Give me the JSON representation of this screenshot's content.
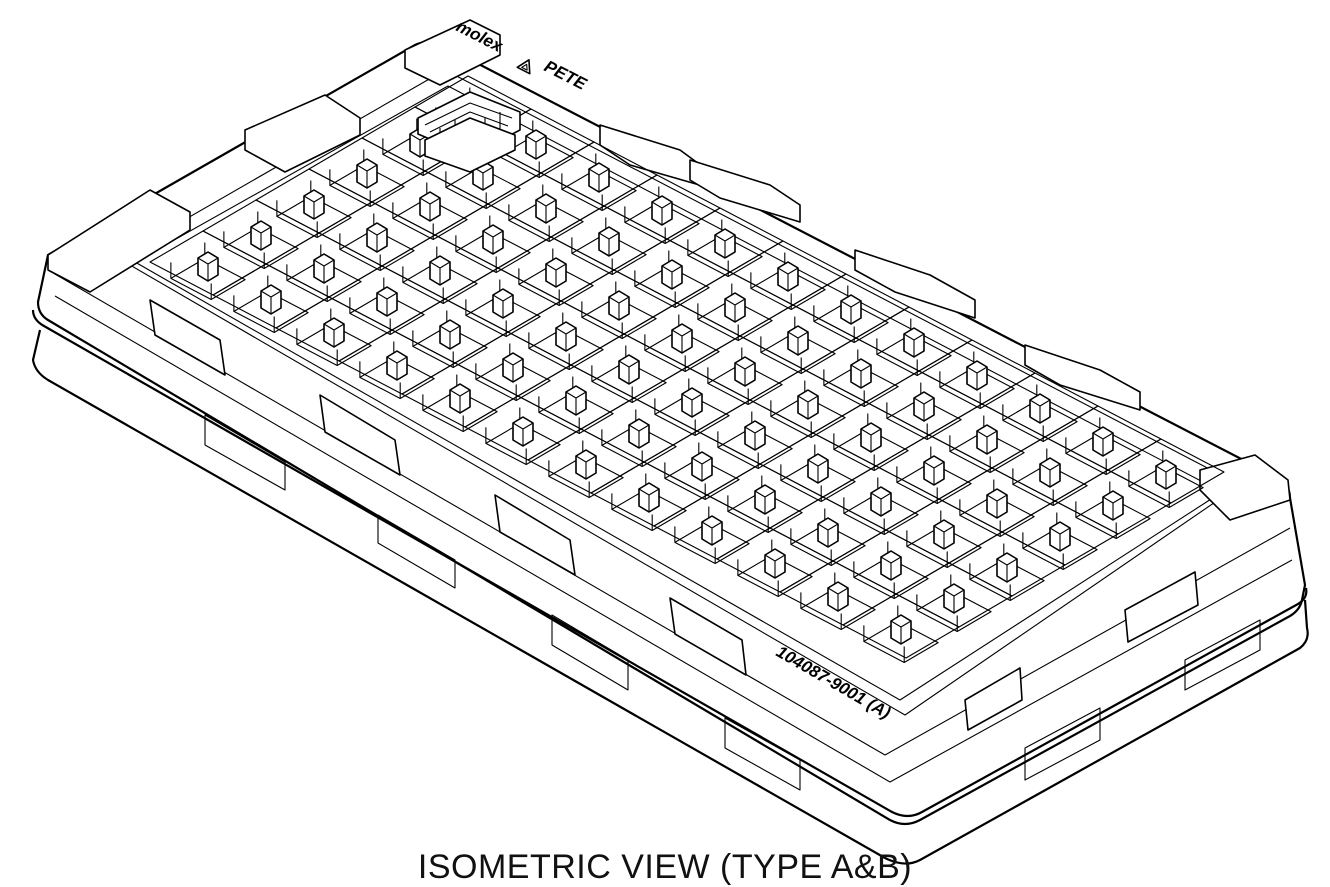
{
  "drawing": {
    "brand_text": "molex",
    "material_text": "PETE",
    "part_number": "104087-9001 (A)",
    "caption": "ISOMETRIC VIEW (TYPE A&B)",
    "cavity_rows": 6,
    "cavity_cols": 12,
    "line_color": "#000000",
    "background": "#ffffff"
  }
}
